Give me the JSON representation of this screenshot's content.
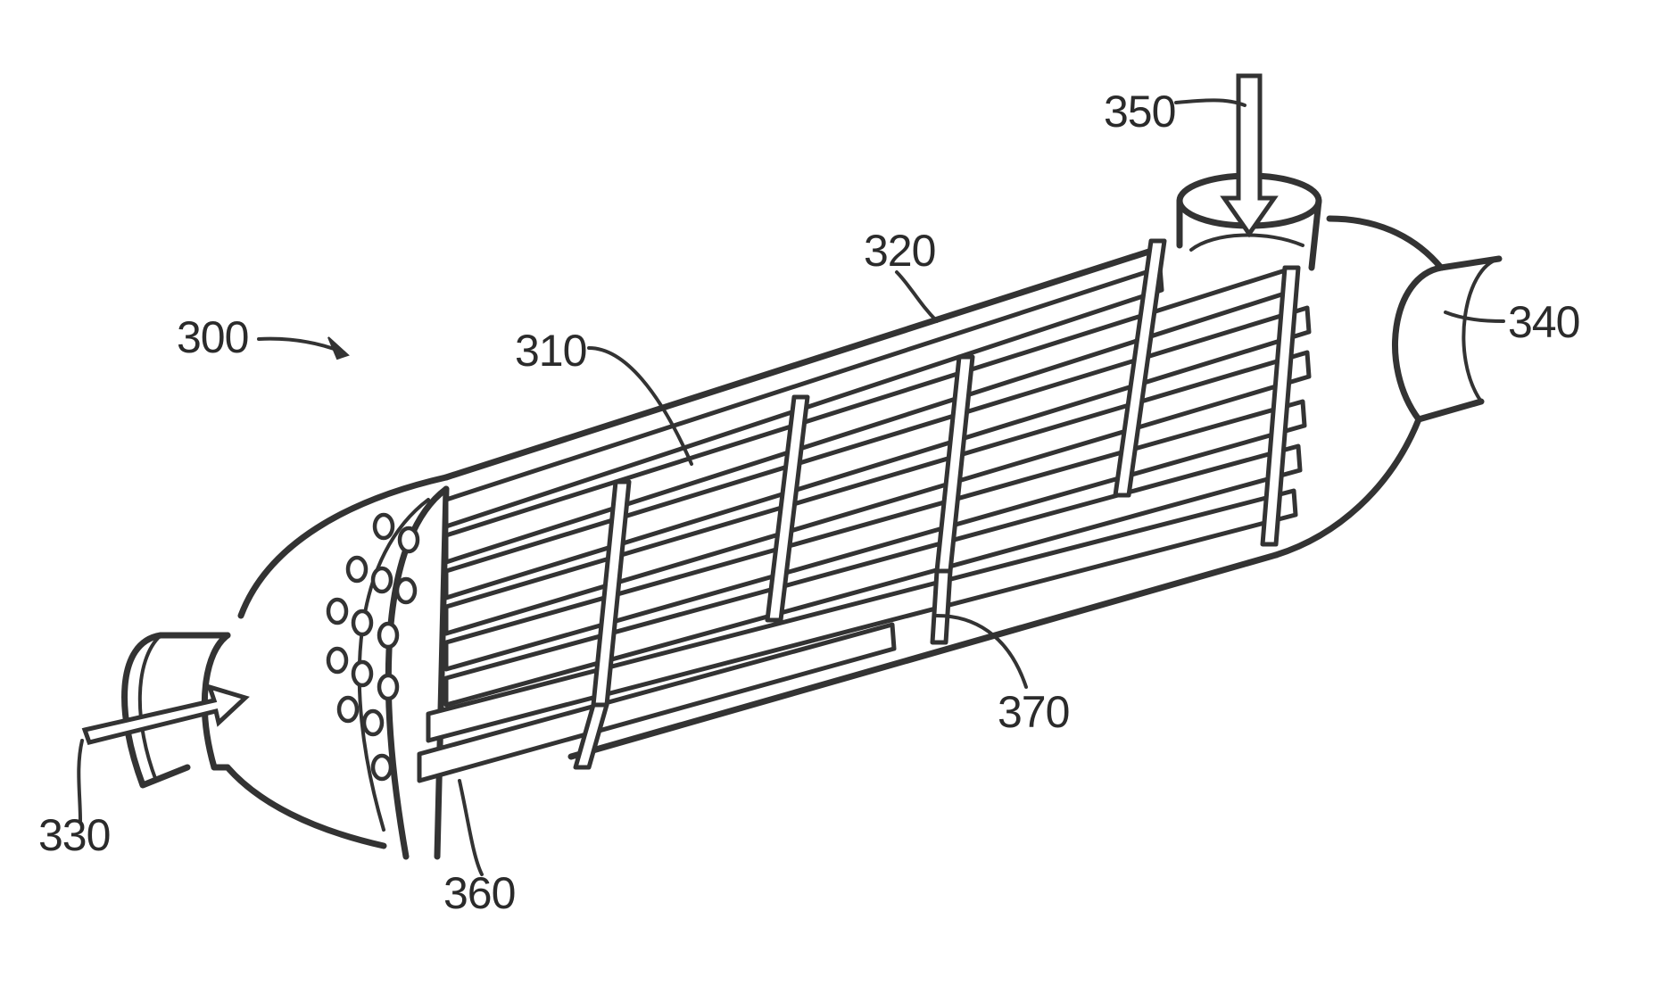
{
  "figure": {
    "labels": {
      "device": "300",
      "tubes": "310",
      "shell": "320",
      "tube_inlet": "330",
      "tube_outlet": "340",
      "shell_inlet": "350",
      "tube_sheet": "360",
      "baffles": "370"
    }
  }
}
